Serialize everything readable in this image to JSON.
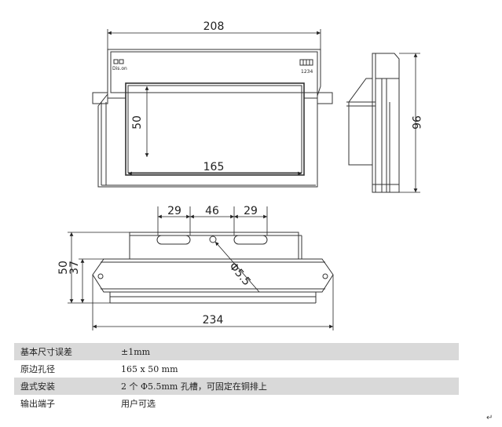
{
  "dimensions": {
    "top_width": "208",
    "top_height": "50",
    "cutout_width": "165",
    "side_height": "96",
    "slot_left": "29",
    "slot_center": "46",
    "slot_right": "29",
    "bottom_outer_height": "50",
    "bottom_inner_height": "37",
    "hole_diameter": "Φ5.5",
    "bottom_width": "234"
  },
  "display_labels": {
    "left_badge": "Dis.on",
    "right_badge": "1234"
  },
  "specs": [
    {
      "key": "基本尺寸误差",
      "value": "±1mm"
    },
    {
      "key": "原边孔径",
      "value": "165 x 50 mm"
    },
    {
      "key": "盘式安装",
      "value": "2 个 Φ5.5mm 孔槽，可固定在铜排上"
    },
    {
      "key": "输出端子",
      "value": "用户可选"
    }
  ],
  "paragraph_mark": "↵"
}
